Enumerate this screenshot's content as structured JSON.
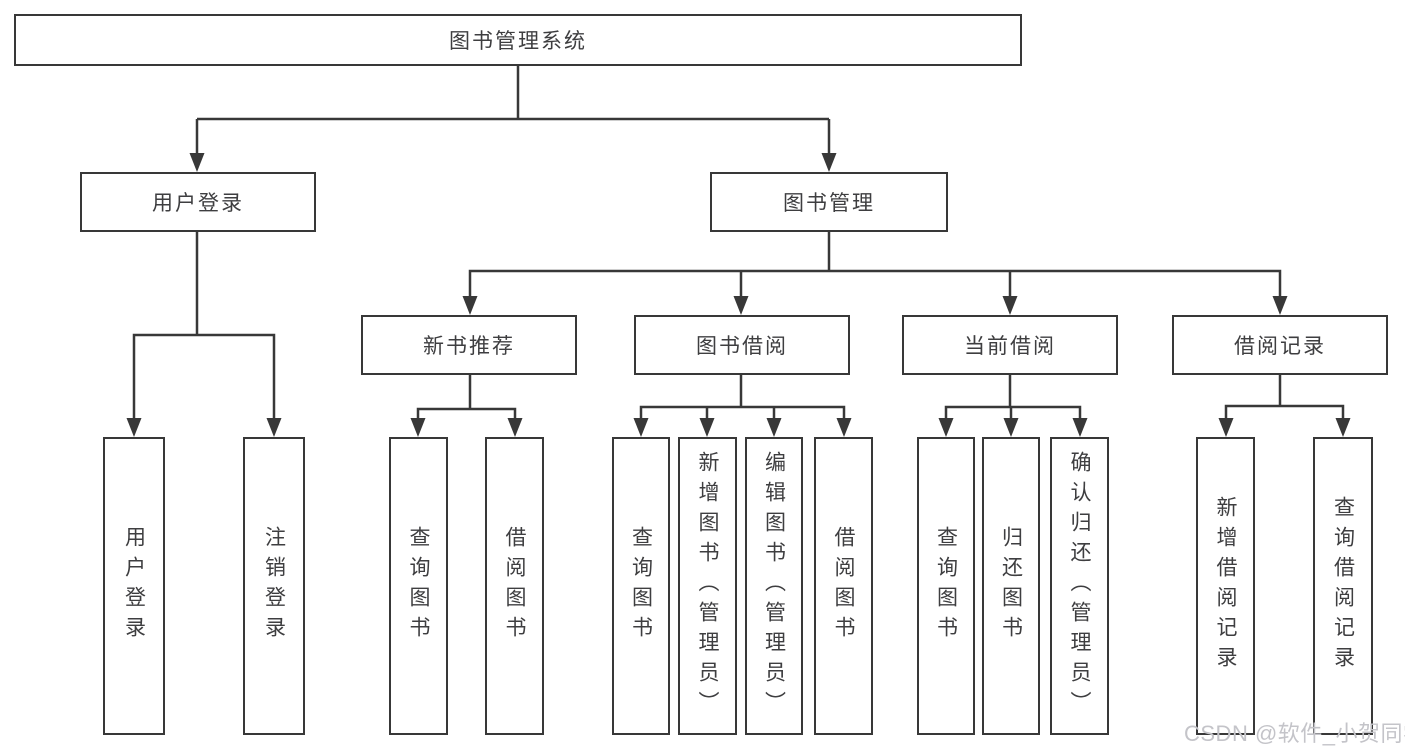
{
  "diagram": {
    "root": "图书管理系统",
    "branches": [
      {
        "label": "用户登录",
        "children": [
          {
            "label": "用户登录"
          },
          {
            "label": "注销登录"
          }
        ]
      },
      {
        "label": "图书管理",
        "groups": [
          {
            "label": "新书推荐",
            "children": [
              {
                "label": "查询图书"
              },
              {
                "label": "借阅图书"
              }
            ]
          },
          {
            "label": "图书借阅",
            "children": [
              {
                "label": "查询图书"
              },
              {
                "label": "新增图书（管理员）"
              },
              {
                "label": "编辑图书（管理员）"
              },
              {
                "label": "借阅图书"
              }
            ]
          },
          {
            "label": "当前借阅",
            "children": [
              {
                "label": "查询图书"
              },
              {
                "label": "归还图书"
              },
              {
                "label": "确认归还（管理员）"
              }
            ]
          },
          {
            "label": "借阅记录",
            "children": [
              {
                "label": "新增借阅记录"
              },
              {
                "label": "查询借阅记录"
              }
            ]
          }
        ]
      }
    ],
    "watermark": "CSDN @软件_小贺同学"
  },
  "colors": {
    "line": "#383838",
    "text": "#3e3e40",
    "watermark": "#c4c4c9"
  }
}
